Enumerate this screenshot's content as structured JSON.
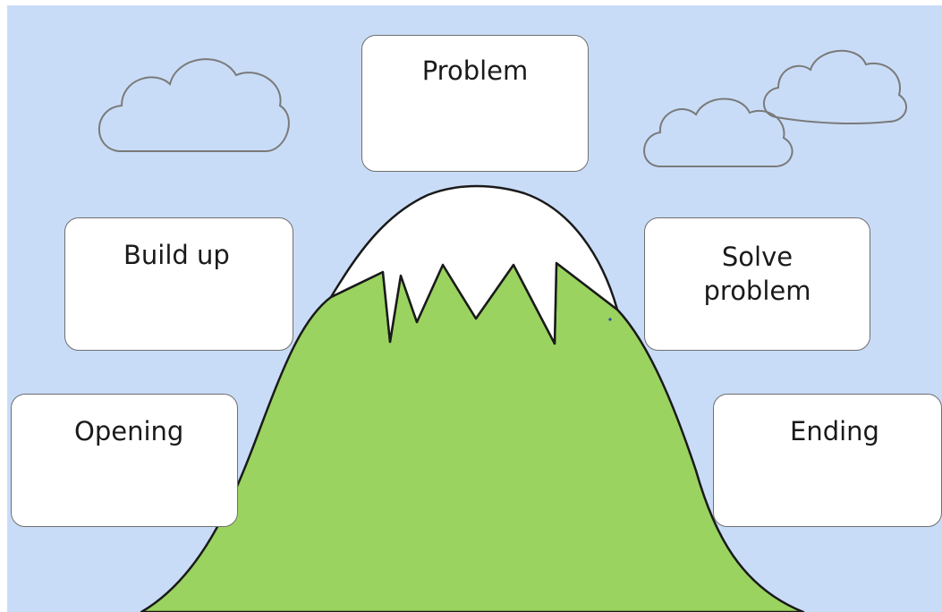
{
  "boxes": {
    "problem": "Problem",
    "build_up": "Build up",
    "solve_line1": "Solve",
    "solve_line2": "problem",
    "opening": "Opening",
    "ending": "Ending"
  },
  "colors": {
    "sky": "#c9dcf7",
    "mountain": "#9ad35f",
    "snow": "#ffffff",
    "outline": "#1a1a1a"
  }
}
